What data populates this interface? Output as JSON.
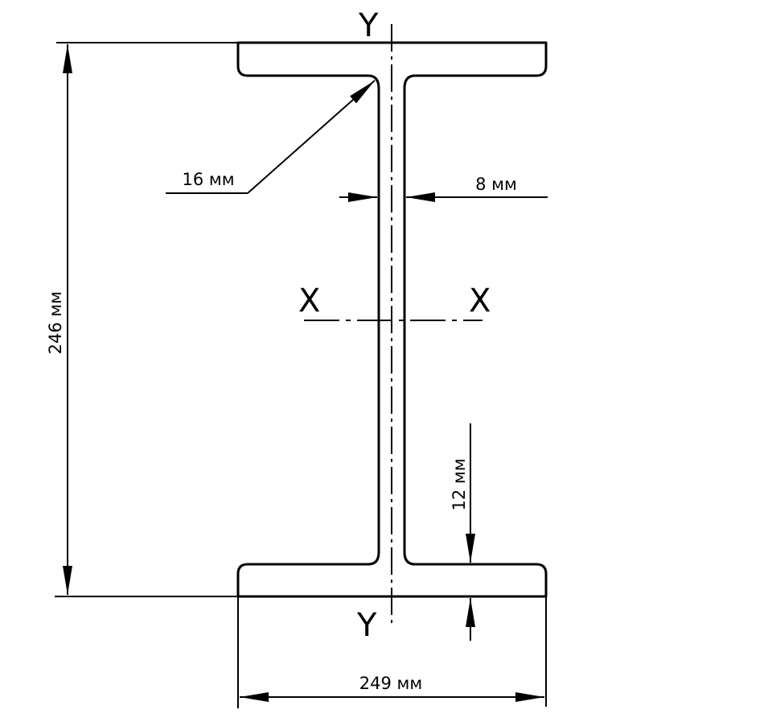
{
  "diagram": {
    "axes": {
      "y_top": "Y",
      "y_bottom": "Y",
      "x_left": "X",
      "x_right": "X"
    },
    "dimensions": {
      "height": "246 мм",
      "width": "249 мм",
      "web_thickness": "8 мм",
      "flange_thickness": "12 мм",
      "fillet_radius": "16 мм"
    }
  }
}
